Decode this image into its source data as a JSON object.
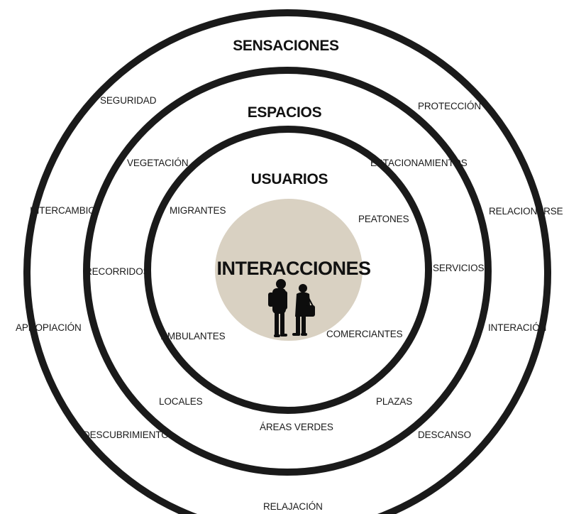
{
  "colors": {
    "ring_stroke": "#1a1a1a",
    "center_fill": "#d9d1c2",
    "text": "#111111",
    "background": "#ffffff"
  },
  "rings": {
    "outer": {
      "title": "SENSACIONES",
      "items": {
        "seguridad": "SEGURIDAD",
        "proteccion": "PROTECCIÓN",
        "intercambio": "INTERCAMBIO",
        "relacionarse": "RELACIONARSE",
        "apropiacion": "APROPIACIÓN",
        "interacion": "INTERACIÓN",
        "descubrimiento": "DESCUBRIMIENTO",
        "descanso": "DESCANSO",
        "relajacion": "RELAJACIÓN"
      }
    },
    "middle": {
      "title": "ESPACIOS",
      "items": {
        "vegetacion": "VEGETACIÓN",
        "estacionamientos": "ESTACIONAMIENTOS",
        "recorridos": "RECORRIDOS",
        "servicios": "SERVICIOS",
        "locales": "LOCALES",
        "plazas": "PLAZAS",
        "areas_verdes": "ÁREAS VERDES"
      }
    },
    "inner": {
      "title": "USUARIOS",
      "items": {
        "migrantes": "MIGRANTES",
        "peatones": "PEATONES",
        "ambulantes": "AMBULANTES",
        "comerciantes": "COMERCIANTES"
      }
    },
    "center": {
      "title": "INTERACCIONES",
      "icon": "two-people-silhouette-icon"
    }
  }
}
